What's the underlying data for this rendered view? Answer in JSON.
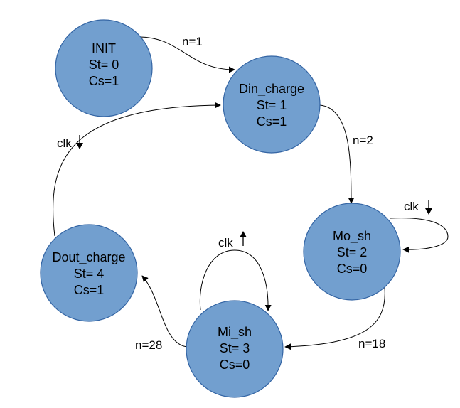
{
  "colors": {
    "state_fill": "#729fcf",
    "state_stroke": "#3465a4",
    "text": "#000000"
  },
  "states": [
    {
      "id": "init",
      "lines": [
        "INIT",
        "St= 0",
        "Cs=1"
      ]
    },
    {
      "id": "din-charge",
      "lines": [
        "Din_charge",
        "St= 1",
        "Cs=1"
      ]
    },
    {
      "id": "mo-sh",
      "lines": [
        "Mo_sh",
        "St= 2",
        "Cs=0"
      ]
    },
    {
      "id": "mi-sh",
      "lines": [
        "Mi_sh",
        "St= 3",
        "Cs=0"
      ]
    },
    {
      "id": "dout-charge",
      "lines": [
        "Dout_charge",
        "St= 4",
        "Cs=1"
      ]
    }
  ],
  "transitions": [
    {
      "from": "init",
      "to": "din-charge",
      "label": "n=1"
    },
    {
      "from": "din-charge",
      "to": "mo-sh",
      "label": "n=2"
    },
    {
      "from": "mo-sh",
      "to": "mo-sh",
      "label": "clk",
      "clock_edge": "falling"
    },
    {
      "from": "mo-sh",
      "to": "mi-sh",
      "label": "n=18"
    },
    {
      "from": "mi-sh",
      "to": "mi-sh",
      "label": "clk",
      "clock_edge": "rising"
    },
    {
      "from": "mi-sh",
      "to": "dout-charge",
      "label": "n=28"
    },
    {
      "from": "dout-charge",
      "to": "din-charge",
      "label": "clk",
      "clock_edge": "falling"
    }
  ]
}
